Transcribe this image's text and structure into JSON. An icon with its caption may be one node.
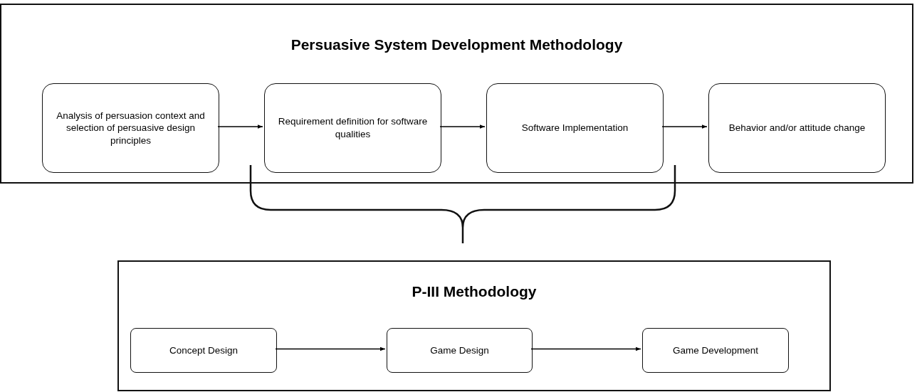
{
  "diagram": {
    "nodes": [
      {
        "text": [
          "Persuasive System Development Methodology"
        ]
      },
      {
        "text": [
          "Analysis of persuasion context and selection of persuasive design principles"
        ],
        "in": 0
      },
      {
        "text": [
          "Requirement definition for software qualities"
        ],
        "in": 0
      },
      {
        "text": [
          "Software Implementation"
        ],
        "in": 0
      },
      {
        "text": [
          "Behavior and/or attitude change"
        ],
        "in": 0
      },
      {
        "text": [
          "P-III Methodology"
        ]
      },
      {
        "text": [
          "Concept Design"
        ],
        "in": 5
      },
      {
        "text": [
          "Game Design"
        ],
        "in": 5
      },
      {
        "text": [
          "Game Development"
        ],
        "in": 5
      }
    ],
    "edges": [
      {
        "from": 1,
        "to": 2,
        "arrow": "to"
      },
      {
        "from": 2,
        "to": 3,
        "arrow": "to"
      },
      {
        "from": 3,
        "to": 4,
        "arrow": "to"
      },
      {
        "from": 6,
        "to": 7,
        "arrow": "to"
      },
      {
        "from": 7,
        "to": 8,
        "arrow": "to"
      }
    ]
  }
}
